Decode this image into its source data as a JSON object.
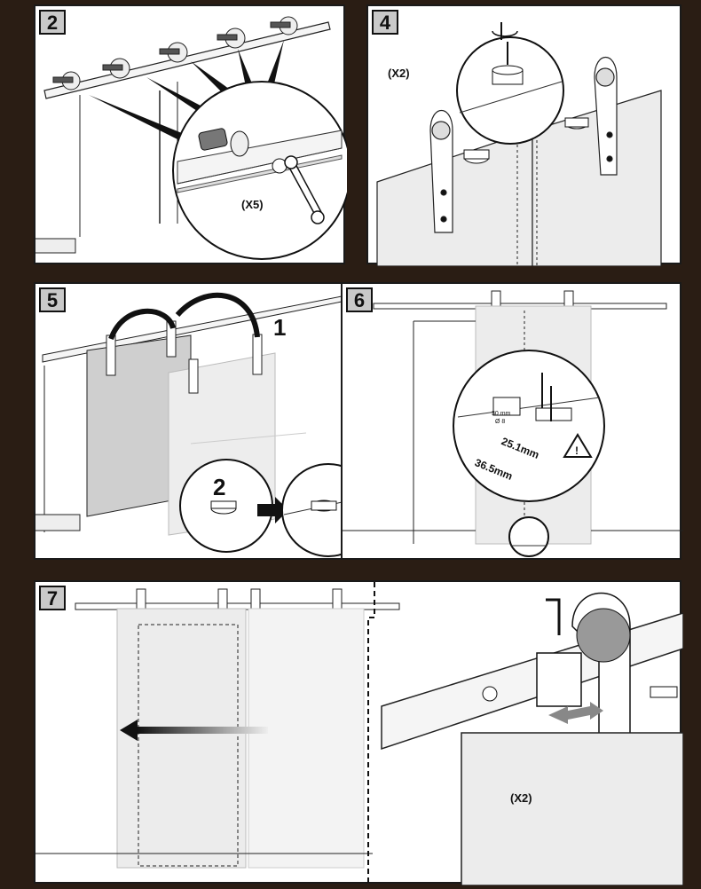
{
  "steps": [
    {
      "number": "2",
      "callouts": {
        "count": "(X5)"
      }
    },
    {
      "number": "4",
      "callouts": {
        "count": "(X2)"
      }
    },
    {
      "number": "5",
      "callouts": {
        "sub1": "1",
        "sub2": "2"
      }
    },
    {
      "number": "6",
      "callouts": {
        "drill_depth": "30 mm",
        "drill_dia": "Ø 8",
        "measure_a": "25.1mm",
        "measure_b": "36.5mm"
      }
    },
    {
      "number": "7",
      "callouts": {
        "count": "(X2)"
      }
    }
  ],
  "icons": {
    "wrench": "wrench-icon",
    "allen_key": "allen-key-icon",
    "rotate": "rotate-arrow-icon",
    "warning": "warning-triangle-icon",
    "slide_arrow": "slide-left-arrow-icon",
    "next_arrow": "right-arrow-icon"
  },
  "colors": {
    "frame": "#2a1d14",
    "panel": "#ffffff",
    "badge": "#c9c9c9",
    "door": "#ededed",
    "ink": "#1a1a1a"
  }
}
